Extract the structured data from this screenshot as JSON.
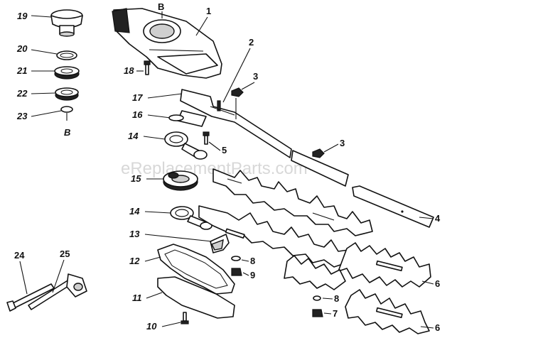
{
  "watermark": "eReplacementParts.com",
  "callouts": {
    "p1": "1",
    "p2": "2",
    "p3a": "3",
    "p3b": "3",
    "p4": "4",
    "p5": "5",
    "p6a": "6",
    "p6b": "6",
    "p7": "7",
    "p8a": "8",
    "p8b": "8",
    "p9": "9",
    "p10": "10",
    "p11": "11",
    "p12": "12",
    "p13": "13",
    "p14a": "14",
    "p14b": "14",
    "p15": "15",
    "p16": "16",
    "p17": "17",
    "p18": "18",
    "p19": "19",
    "p20": "20",
    "p21": "21",
    "p22": "22",
    "p23": "23",
    "p24": "24",
    "p25": "25",
    "refTop": "B",
    "refSide": "B"
  }
}
